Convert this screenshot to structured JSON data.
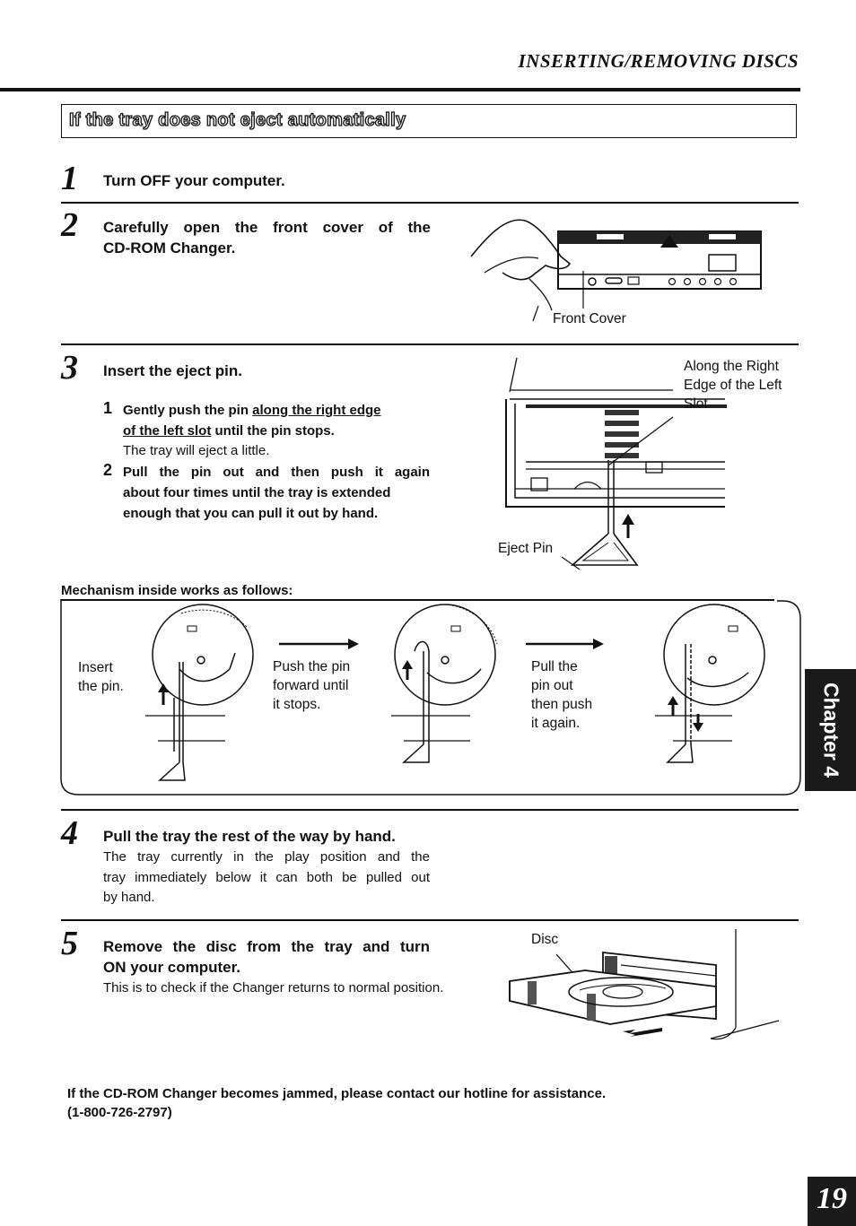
{
  "header": {
    "title": "INSERTING/REMOVING DISCS"
  },
  "section": {
    "title": "If the tray does not eject automatically"
  },
  "steps": [
    {
      "num": "1",
      "title": "Turn OFF your computer."
    },
    {
      "num": "2",
      "title_line1": "Carefully open the front cover of the",
      "title_line2": "CD-ROM Changer.",
      "caption": "Front Cover"
    },
    {
      "num": "3",
      "title": "Insert the eject pin.",
      "sub1_num": "1",
      "sub1_a": "Gently push the pin ",
      "sub1_b": "along the right edge",
      "sub1_c": "of the left slot",
      "sub1_d": " until the pin stops.",
      "sub1_note": "The tray will eject a little.",
      "sub2_num": "2",
      "sub2_line1": "Pull the pin out and then push it again",
      "sub2_line2": "about four times until the tray is extended",
      "sub2_line3": "enough that you can pull it out by hand.",
      "caption_right_1": "Along the Right",
      "caption_right_2": "Edge of the Left",
      "caption_right_3": "Slot",
      "caption_pin": "Eject Pin"
    },
    {
      "num": "4",
      "title": "Pull the tray the rest of the way by hand.",
      "body_1": "The tray currently in the play position and the",
      "body_2": "tray immediately below it can both be pulled out",
      "body_3": "by hand."
    },
    {
      "num": "5",
      "title_line1": "Remove the disc from the tray and turn",
      "title_line2": "ON your computer.",
      "body": "This is to check if the Changer returns to normal position.",
      "caption": "Disc"
    }
  ],
  "mechanism": {
    "heading": "Mechanism inside works as follows:",
    "insert_1": "Insert",
    "insert_2": "the pin.",
    "push_1": "Push the pin",
    "push_2": "forward until",
    "push_3": "it stops.",
    "pull_1": "Pull the",
    "pull_2": "pin out",
    "pull_3": "then push",
    "pull_4": "it again."
  },
  "footer": {
    "line1": "If the CD-ROM Changer becomes jammed, please contact our hotline for assistance.",
    "line2": "(1-800-726-2797)"
  },
  "chapter_tab": "Chapter 4",
  "page_number": "19"
}
